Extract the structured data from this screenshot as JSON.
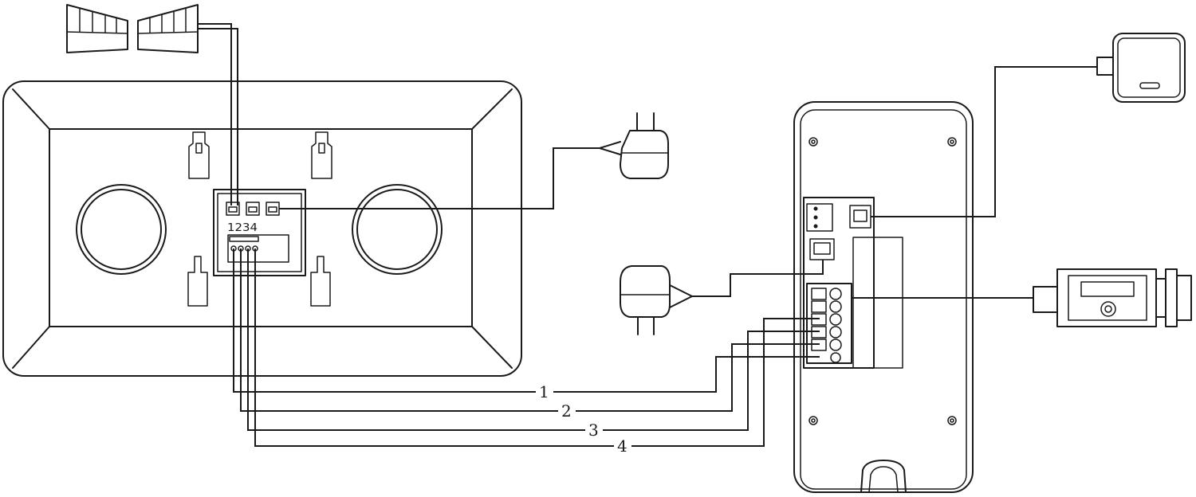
{
  "monitor": {
    "terminal_numbers": "1234"
  },
  "wires": [
    {
      "label": "1"
    },
    {
      "label": "2"
    },
    {
      "label": "3"
    },
    {
      "label": "4"
    }
  ],
  "icons": {
    "speakers": "speaker-icon",
    "monitor_adapter": "power-adapter-icon",
    "doorbell_adapter": "power-adapter-icon",
    "camera": "camera-icon",
    "exit_button": "exit-button-icon"
  }
}
